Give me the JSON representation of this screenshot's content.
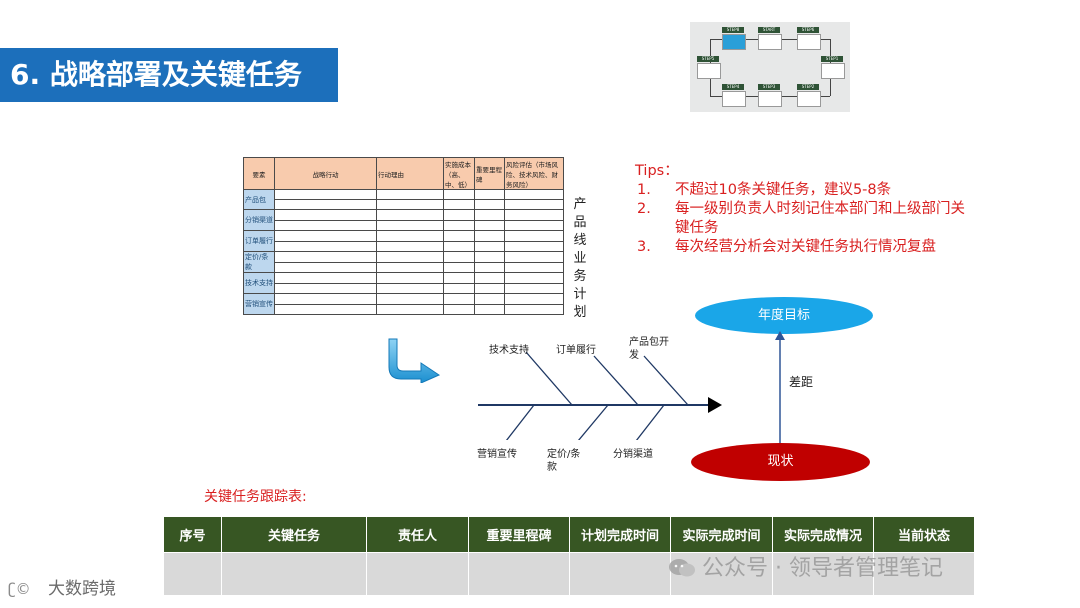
{
  "title": "6. 战略部署及关键任务",
  "process_thumbnail": {
    "steps": [
      "STEP8",
      "START",
      "STEP6",
      "STEP5",
      "STEP1",
      "STEP4",
      "STEP3",
      "STEP2"
    ]
  },
  "plan_table": {
    "headers": [
      "要素",
      "战略行动",
      "行动理由",
      "实施成本（高、中、低）",
      "重要里程碑",
      "风险评估（市场风险、技术风险、财务风险）"
    ],
    "rows": [
      "产品包",
      "分销渠道",
      "订单履行",
      "定价/条款",
      "技术支持",
      "营销宣传"
    ]
  },
  "vertical_label": "产品线业务计划",
  "tips": {
    "heading": "Tips：",
    "items": [
      {
        "num": "1.",
        "text": "不超过10条关键任务，建议5-8条"
      },
      {
        "num": "2.",
        "text": "每一级别负责人时刻记住本部门和上级部门关键任务"
      },
      {
        "num": "3.",
        "text": "每次经营分析会对关键任务执行情况复盘"
      }
    ]
  },
  "fishbone": {
    "top_labels": [
      "技术支持",
      "订单履行",
      "产品包开发"
    ],
    "bottom_labels": [
      "营销宣传",
      "定价/条款",
      "分销渠道"
    ]
  },
  "goal_label": "年度目标",
  "status_label": "现状",
  "gap_label": "差距",
  "tracking": {
    "title": "关键任务跟踪表:",
    "headers": [
      "序号",
      "关键任务",
      "责任人",
      "重要里程碑",
      "计划完成时间",
      "实际完成时间",
      "实际完成情况",
      "当前状态"
    ]
  },
  "watermark": "公众号 · 领导者管理笔记",
  "logo": "大数跨境"
}
